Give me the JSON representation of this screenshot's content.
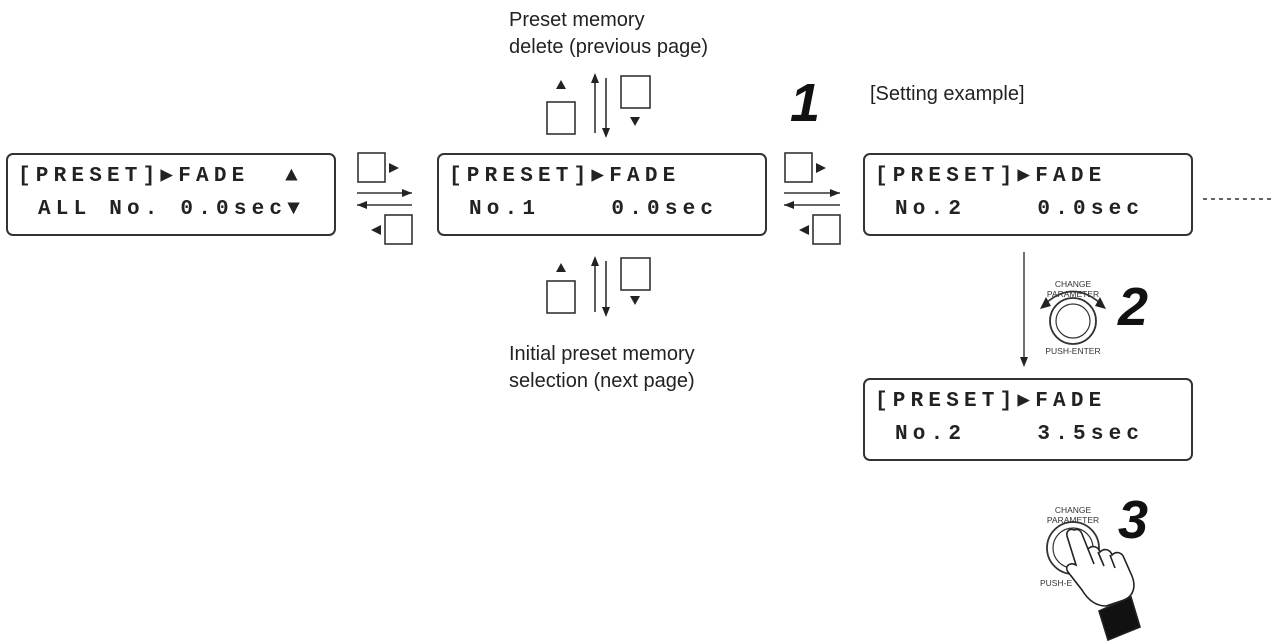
{
  "labels": {
    "delete_line1": "Preset memory",
    "delete_line2": "delete (previous page)",
    "initial_line1": "Initial preset memory",
    "initial_line2": "selection (next page)",
    "setting_example": "[Setting example]"
  },
  "steps": [
    "1",
    "2",
    "3"
  ],
  "displays": {
    "all": {
      "line1": "[PRESET]▶FADE  ▲",
      "line2": "ALL No. 0.0sec▼"
    },
    "no1": {
      "line1": "[PRESET]▶FADE",
      "line2": "No.1    0.0sec"
    },
    "no2": {
      "line1": "[PRESET]▶FADE",
      "line2": "No.2    0.0sec"
    },
    "no2_set": {
      "line1": "[PRESET]▶FADE",
      "line2": "No.2    3.5sec"
    }
  },
  "knob": {
    "change_line1": "CHANGE",
    "change_line2": "PARAMETER",
    "push_enter": "PUSH-ENTER",
    "push_enter_partial": "PUSH-E"
  }
}
